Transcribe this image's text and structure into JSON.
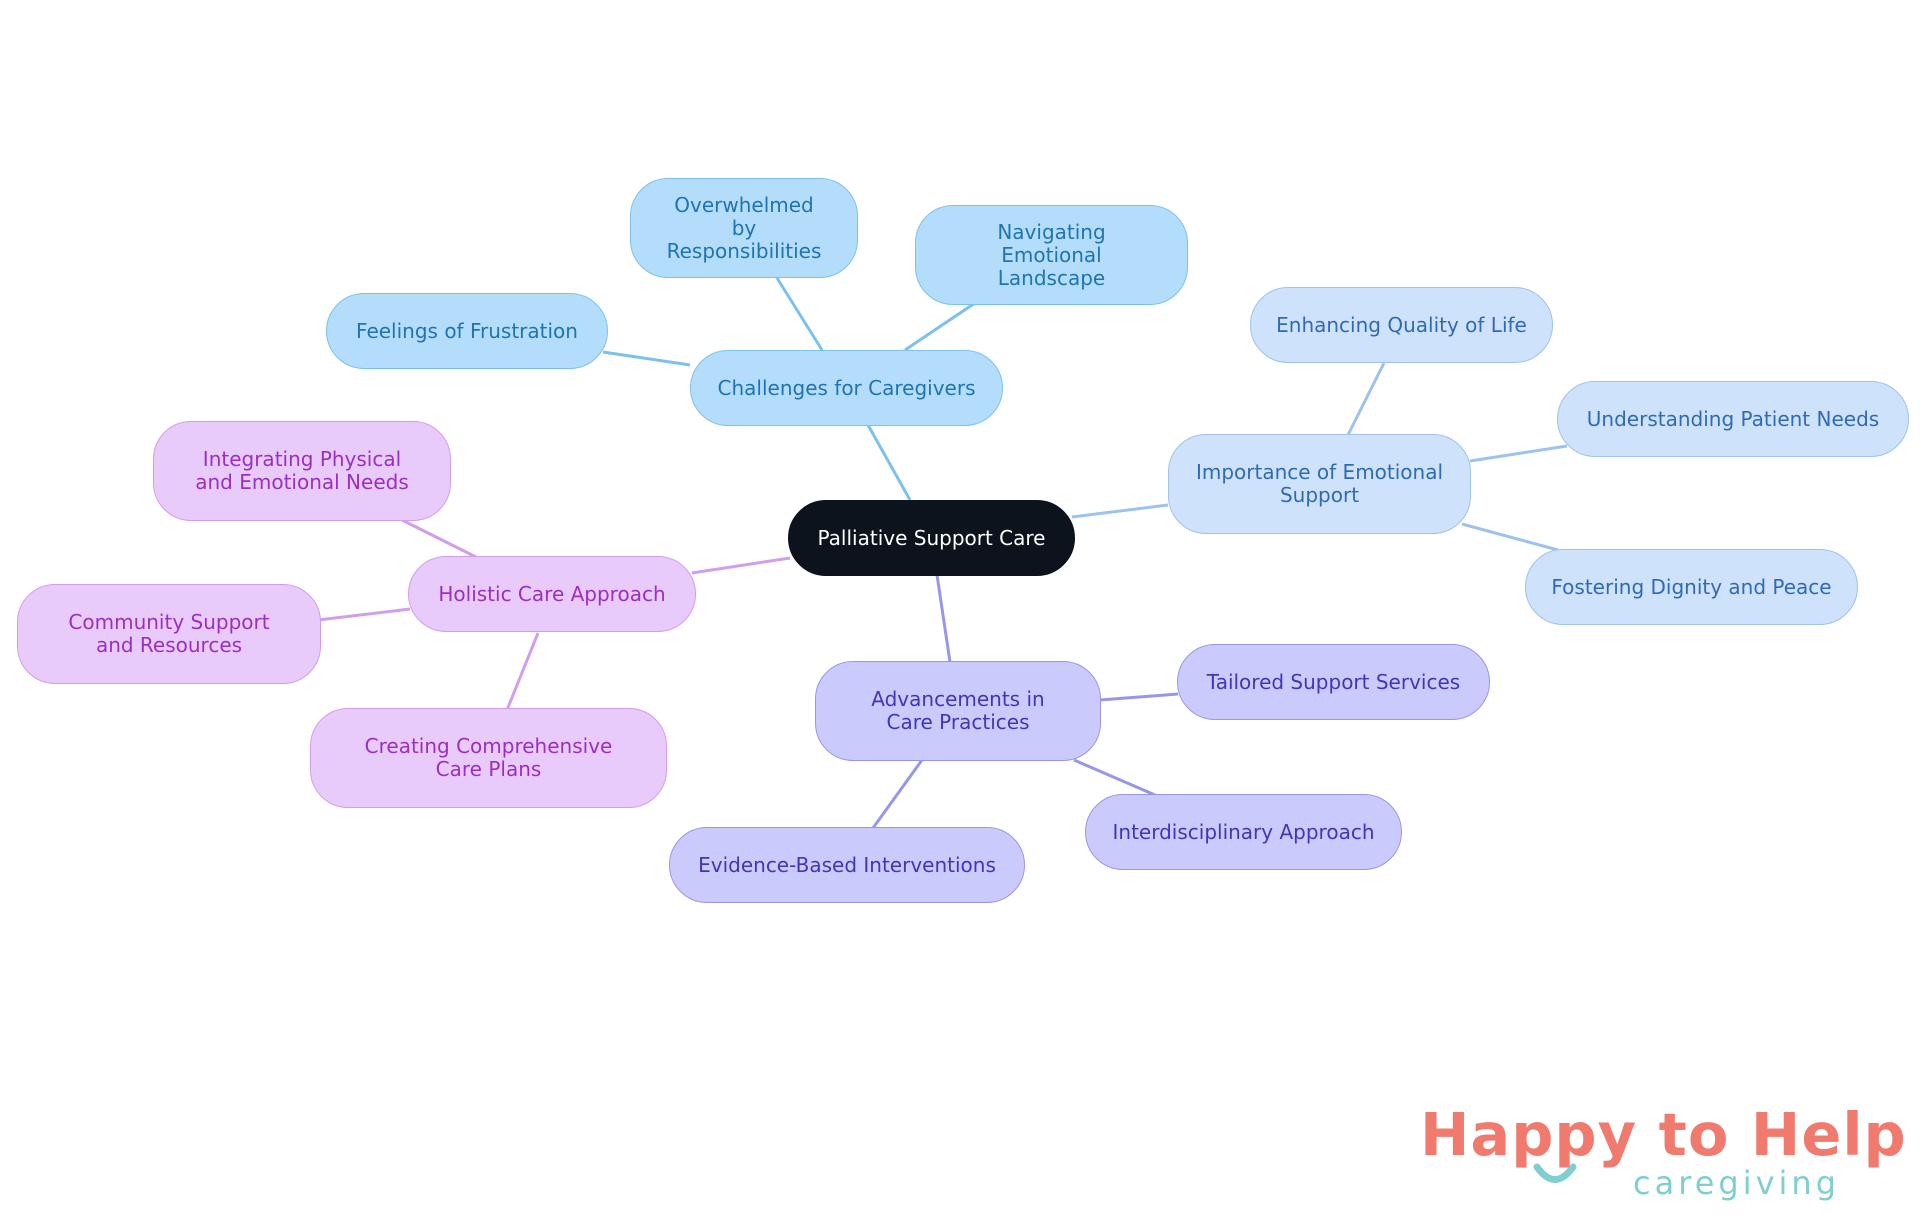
{
  "diagram": {
    "root": "Palliative Support Care",
    "branches": [
      {
        "label": "Challenges for Caregivers",
        "color": "#b3ddfb",
        "children": [
          "Overwhelmed by Responsibilities",
          "Navigating Emotional Landscape",
          "Feelings of Frustration"
        ]
      },
      {
        "label": "Importance of Emotional Support",
        "color": "#cfe2fb",
        "children": [
          "Enhancing Quality of Life",
          "Understanding Patient Needs",
          "Fostering Dignity and Peace"
        ]
      },
      {
        "label": "Advancements in Care Practices",
        "color": "#cacbfc",
        "children": [
          "Tailored Support Services",
          "Interdisciplinary Approach",
          "Evidence-Based Interventions"
        ]
      },
      {
        "label": "Holistic Care Approach",
        "color": "#e9cbfb",
        "children": [
          "Integrating Physical and Emotional Needs",
          "Community Support and Resources",
          "Creating Comprehensive Care Plans"
        ]
      }
    ]
  },
  "logo": {
    "brand": "Happy to Help",
    "tagline": "caregiving",
    "colors": {
      "brand": "#f17a6f",
      "tagline": "#7fcfd0"
    }
  }
}
